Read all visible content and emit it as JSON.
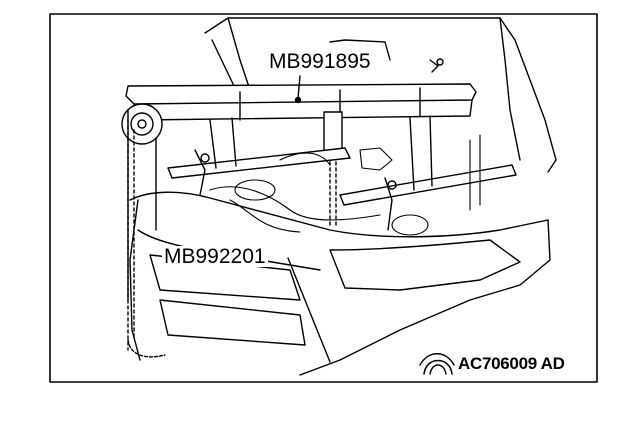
{
  "labels": {
    "tool_a": "MB991895",
    "tool_b": "MB992201"
  },
  "figure_code": "AC706009 AD",
  "colors": {
    "ink": "#000000",
    "paper": "#ffffff"
  },
  "icons": [
    "pulley-symbol-icon"
  ]
}
